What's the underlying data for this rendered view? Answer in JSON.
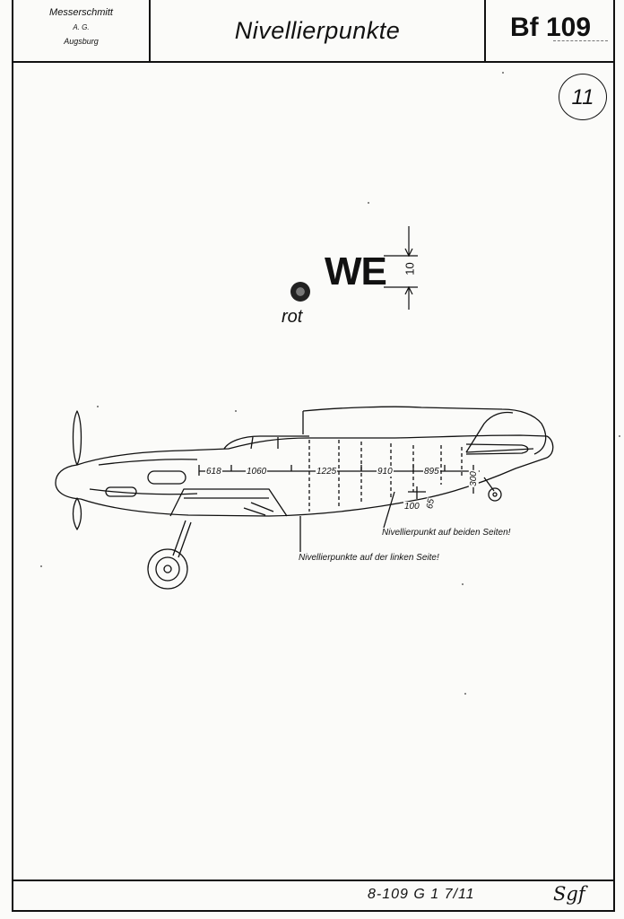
{
  "header": {
    "company_line1": "Messerschmitt",
    "company_line2": "A. G.",
    "company_line3": "Augsburg",
    "title": "Nivellierpunkte",
    "aircraft_type": "Bf 109"
  },
  "page_number": "11",
  "marking": {
    "code": "WE",
    "dimension": "10",
    "color_label": "rot"
  },
  "diagram": {
    "dimensions": [
      "618",
      "1060",
      "1225",
      "910",
      "895",
      "300"
    ],
    "lower_dimensions": [
      "100",
      "65"
    ],
    "note_both_sides": "Nivellierpunkt auf beiden Seiten!",
    "note_left_side": "Nivellierpunkte auf der linken Seite!"
  },
  "footer": {
    "drawing_number": "8-109 G 1 7/11",
    "signature": "Sgf"
  }
}
